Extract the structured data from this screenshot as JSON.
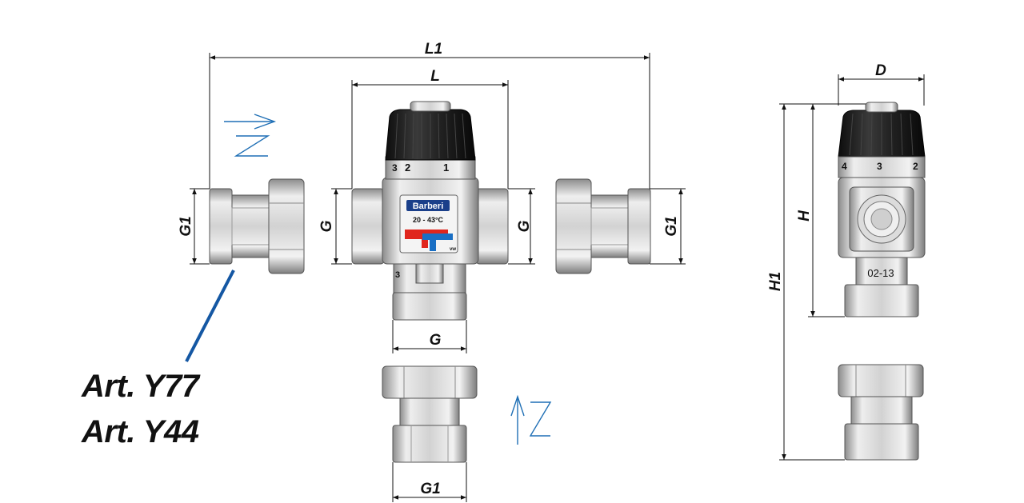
{
  "dimensions": {
    "l1": "L1",
    "l": "L",
    "d": "D",
    "h": "H",
    "h1": "H1",
    "g1_left": "G1",
    "g_left": "G",
    "g_right": "G",
    "g1_right": "G1",
    "g_bottom": "G",
    "g1_bottom": "G1"
  },
  "valve_label": {
    "brand": "Barberi",
    "range": "20 - 43°C",
    "mark": "vw"
  },
  "knob_scale": [
    "3",
    "2",
    "1"
  ],
  "side_knob_scale": [
    "4",
    "3",
    "2"
  ],
  "side_marking": "02-13",
  "port_marking": "3",
  "articles": [
    "Art. Y77",
    "Art. Y44"
  ],
  "colors": {
    "arrow_blue": "#1f6fb5",
    "leader_blue": "#1457a3",
    "hot_red": "#e0261d",
    "cold_blue": "#1a6fc4",
    "knob_black": "#1b1b1b"
  }
}
